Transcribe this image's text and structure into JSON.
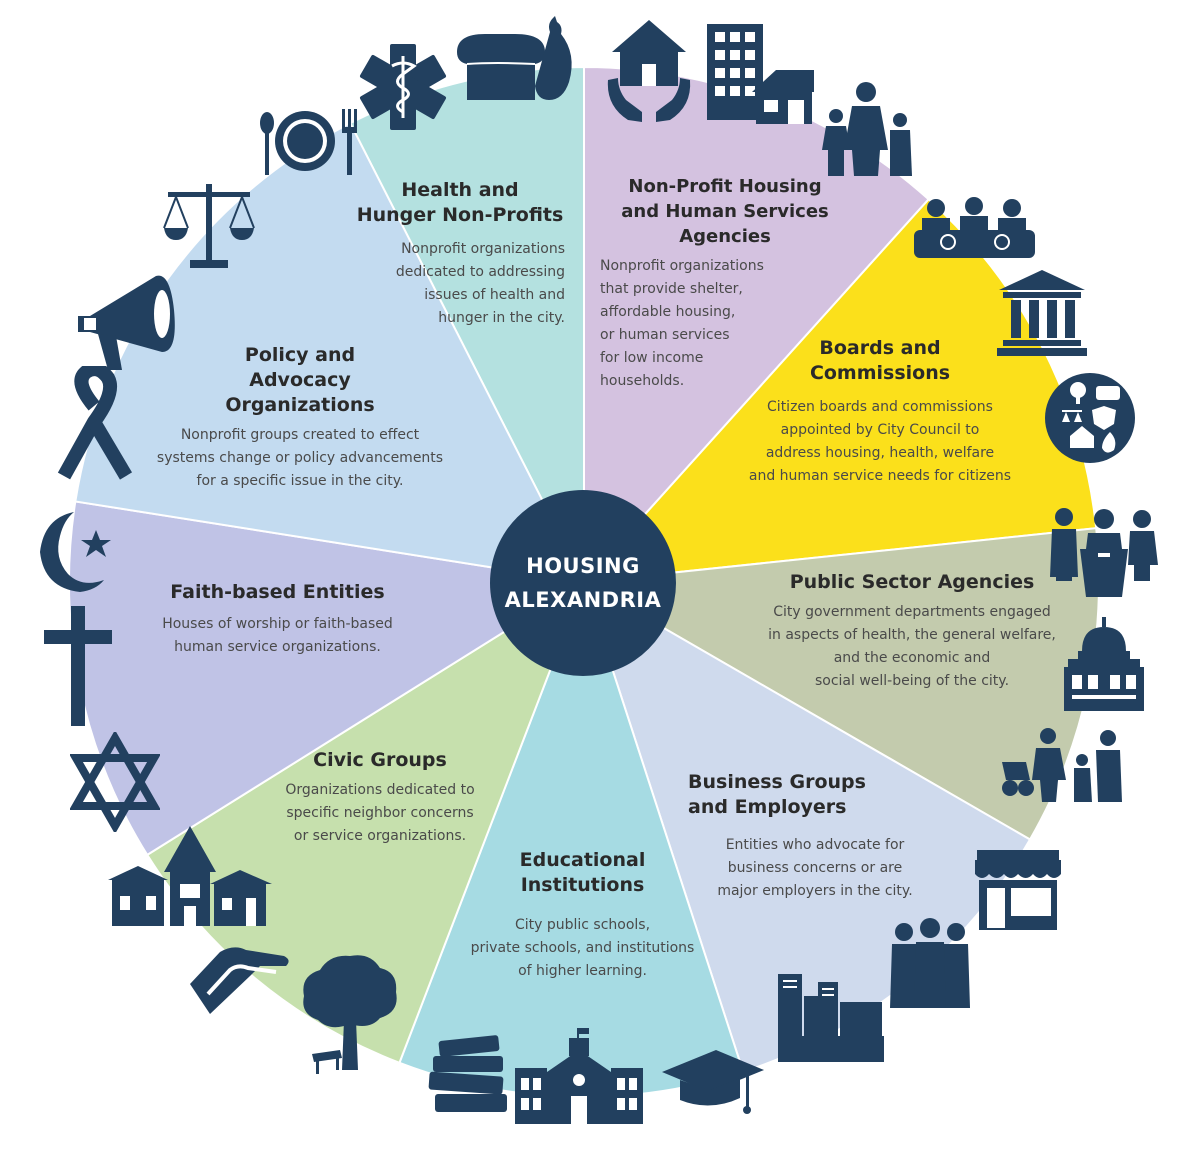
{
  "center": {
    "line1": "HOUSING",
    "line2": "ALEXANDRIA"
  },
  "colors": {
    "icon": "#22405f",
    "health": "#b4e1e0",
    "nonprofit_housing": "#d4c2e0",
    "boards": "#fbe01b",
    "public_sector": "#c3cbad",
    "business": "#cfdaed",
    "education": "#a6dbe3",
    "civic": "#c6e0ad",
    "faith": "#c0c3e6",
    "policy": "#c3dbf0"
  },
  "segments": [
    {
      "key": "health",
      "title": "Health and\nHunger Non-Profits",
      "description": "Nonprofit organizations\ndedicated to addressing\nissues of health and\nhunger in the city."
    },
    {
      "key": "nonprofit_housing",
      "title": "Non-Profit Housing\nand Human Services\nAgencies",
      "description": "Nonprofit organizations\nthat provide shelter,\naffordable housing,\nor human services\nfor low income\nhouseholds."
    },
    {
      "key": "boards",
      "title": "Boards and\nCommissions",
      "description": "Citizen boards and commissions\nappointed by City Council to\naddress housing, health, welfare\nand human service needs for citizens"
    },
    {
      "key": "public_sector",
      "title": "Public Sector Agencies",
      "description": "City government departments engaged\nin aspects of health, the general welfare,\nand the economic and\nsocial well-being of the city."
    },
    {
      "key": "business",
      "title": "Business Groups\nand Employers",
      "description": "Entities who advocate for\nbusiness concerns or are\nmajor employers in the city."
    },
    {
      "key": "education",
      "title": "Educational\nInstitutions",
      "description": "City public schools,\nprivate schools, and institutions\nof higher learning."
    },
    {
      "key": "civic",
      "title": "Civic Groups",
      "description": "Organizations dedicated to\nspecific neighbor concerns\nor service organizations."
    },
    {
      "key": "faith",
      "title": "Faith-based Entities",
      "description": "Houses of worship or faith-based\nhuman service organizations."
    },
    {
      "key": "policy",
      "title": "Policy and\nAdvocacy\nOrganizations",
      "description": "Nonprofit groups created to effect\nsystems change or policy advancements\nfor a specific issue in the city."
    }
  ],
  "icons": [
    "plate-fork-spoon-icon",
    "medical-caduceus-icon",
    "bread-pear-icon",
    "house-in-hands-icon",
    "apartment-building-icon",
    "house-icon",
    "family-icon",
    "meeting-group-icon",
    "courthouse-icon",
    "city-services-badge-icon",
    "officials-podium-icon",
    "capitol-dome-icon",
    "people-walking-icon",
    "storefront-icon",
    "business-people-icon",
    "skyline-icon",
    "graduation-cap-icon",
    "schoolhouse-icon",
    "books-icon",
    "tree-bench-icon",
    "helping-hands-icon",
    "neighborhood-houses-icon",
    "star-of-david-icon",
    "cross-icon",
    "crescent-star-icon",
    "awareness-ribbon-icon",
    "megaphone-icon",
    "scales-of-justice-icon"
  ]
}
